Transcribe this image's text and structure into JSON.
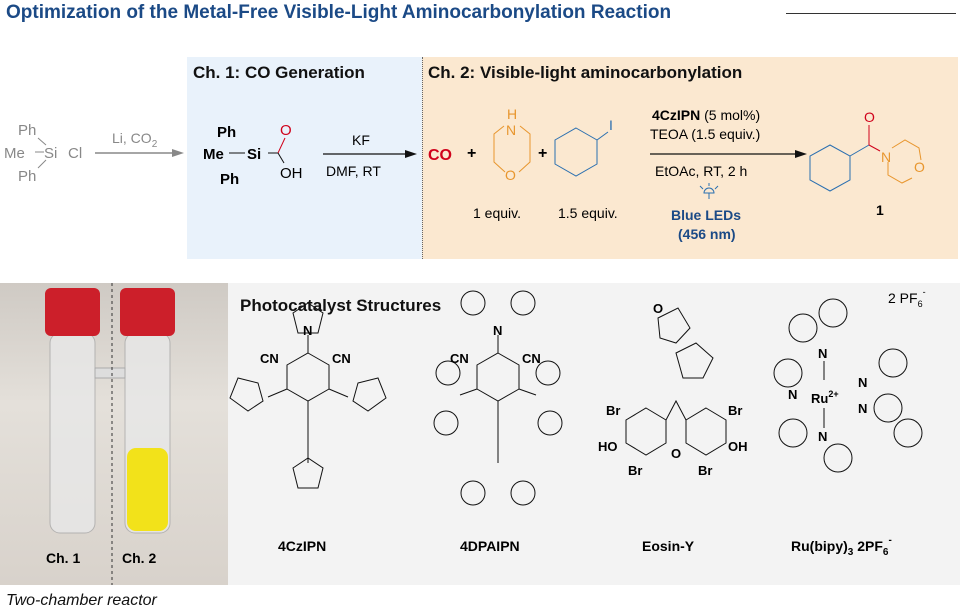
{
  "title": "Optimization of the Metal-Free Visible-Light Aminocarbonylation Reaction",
  "scheme": {
    "start": {
      "ph1": "Ph",
      "me": "Me",
      "si": "Si",
      "cl": "Cl",
      "ph2": "Ph"
    },
    "step1_reagent": "Li, CO",
    "step1_sub": "2",
    "ch1_header": "Ch. 1: CO Generation",
    "ch2_header": "Ch. 2: Visible-light aminocarbonylation",
    "silacid": {
      "ph1": "Ph",
      "me": "Me",
      "si": "Si",
      "o": "O",
      "oh": "OH",
      "ph2": "Ph"
    },
    "step2_above": "KF",
    "step2_below": "DMF, RT",
    "co": "CO",
    "plus": "+",
    "morpholine": {
      "h": "H",
      "n": "N",
      "o": "O",
      "equiv": "1 equiv."
    },
    "iodide": {
      "i": "I",
      "equiv": "1.5 equiv."
    },
    "catalyst_bold": "4CzIPN",
    "catalyst_loading": "(5 mol%)",
    "base": "TEOA (1.5 equiv.)",
    "conditions": "EtOAc, RT, 2 h",
    "light_line1": "Blue LEDs",
    "light_line2": "(456 nm)",
    "product": {
      "o": "O",
      "n": "N",
      "o2": "O",
      "label": "1"
    },
    "colors": {
      "red": "#d0021b",
      "orange": "#e8962e",
      "blue": "#2a6fb0",
      "title": "#1b4a86"
    }
  },
  "photo": {
    "ch1": "Ch. 1",
    "ch2": "Ch. 2",
    "caption": "Two-chamber reactor"
  },
  "photocatalysts": {
    "title": "Photocatalyst Structures",
    "items": [
      {
        "label": "4CzIPN",
        "cn": "CN",
        "n": "N"
      },
      {
        "label": "4DPAIPN",
        "cn": "CN",
        "n": "N"
      },
      {
        "label": "Eosin-Y",
        "br": "Br",
        "ho": "HO",
        "oh": "OH",
        "o": "O"
      },
      {
        "label": "Ru(bipy)",
        "sub": "3",
        "label2": " 2PF",
        "sub2": "6",
        "sup2": "-",
        "counter": "2 PF",
        "counter_sub": "6",
        "counter_sup": "-",
        "ru": "Ru",
        "ru_sup": "2+",
        "n": "N"
      }
    ]
  }
}
